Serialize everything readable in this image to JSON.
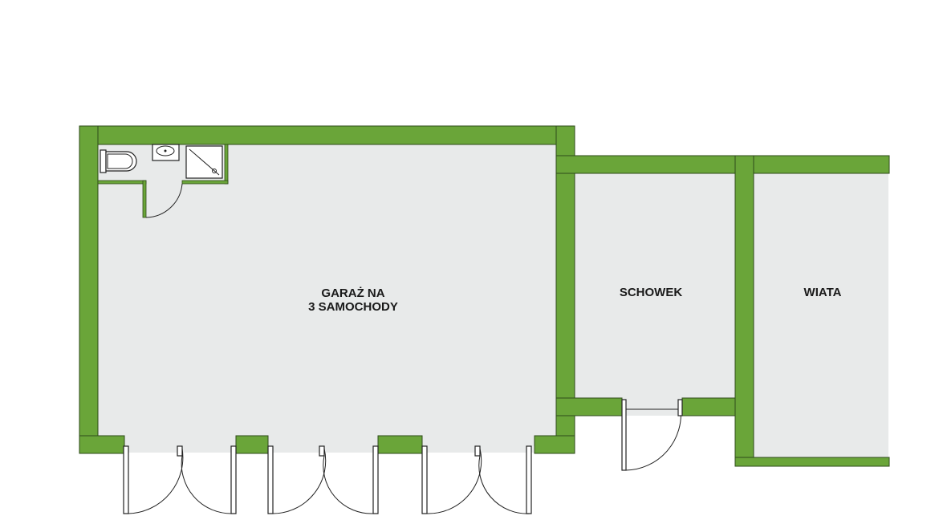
{
  "colors": {
    "wall": "#6aa539",
    "wall_outline": "#2e4a1a",
    "floor": "#e8eaea",
    "line": "#222222"
  },
  "rooms": {
    "garage": {
      "label_line1": "GARAŻ NA",
      "label_line2": "3 SAMOCHODY"
    },
    "storage": {
      "label": "SCHOWEK"
    },
    "carport": {
      "label": "WIATA"
    }
  }
}
